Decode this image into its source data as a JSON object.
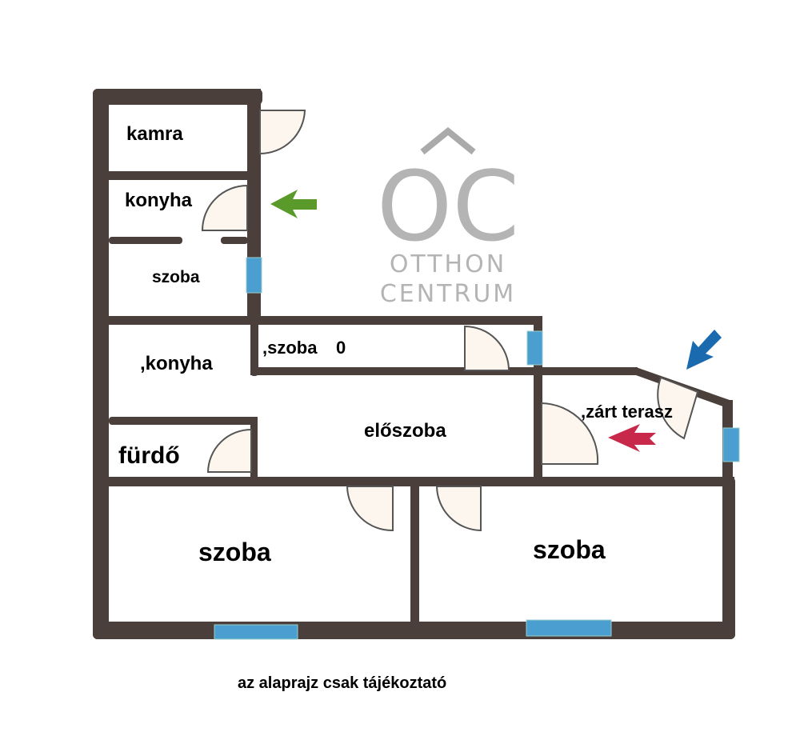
{
  "rooms": {
    "kamra": "kamra",
    "konyha": "konyha",
    "szoba_small": "szoba",
    "konyha2": ",konyha",
    "szoba_narrow": ",szoba",
    "szoba_narrow_overlay": "0",
    "furdo": "fürdő",
    "eloszoba": "előszoba",
    "zart_terasz": ",zárt terasz",
    "szoba_left": "szoba",
    "szoba_right": "szoba"
  },
  "watermark": {
    "logo": "OC",
    "line1": "OTTHON",
    "line2": "CENTRUM"
  },
  "note": "az alaprajz csak tájékoztató",
  "colors": {
    "wall": "#4a3f3a",
    "window": "#4a9fd0",
    "arrow_green": "#5a9a2a",
    "arrow_red": "#c8284a",
    "arrow_blue": "#1a6ab0"
  }
}
